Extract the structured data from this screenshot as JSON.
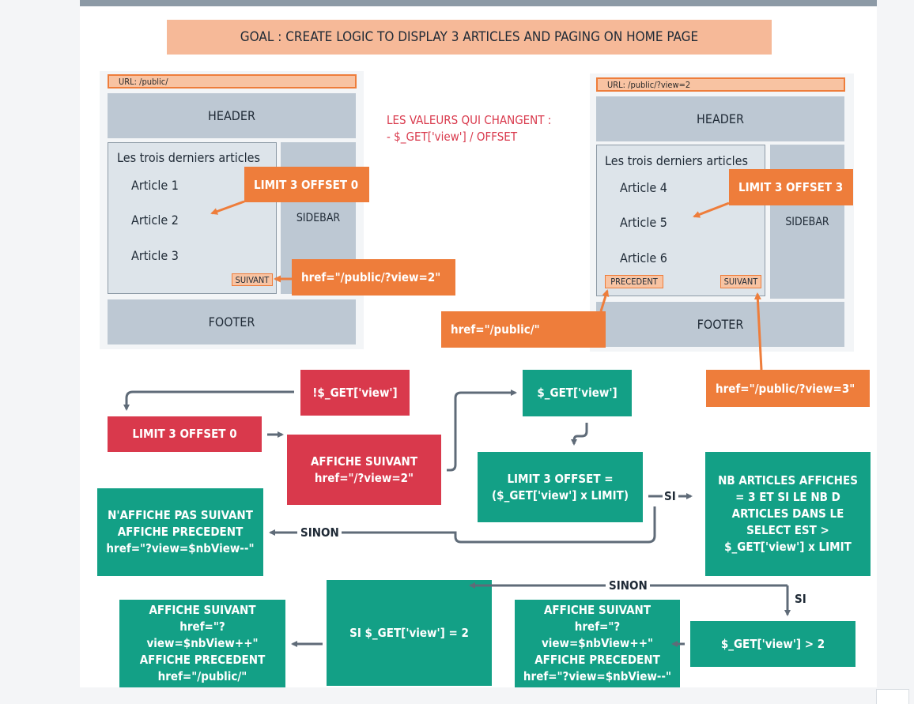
{
  "title": "GOAL : CREATE LOGIC TO DISPLAY 3 ARTICLES AND PAGING ON HOME PAGE",
  "middle_note": {
    "line1": "LES VALEURS QUI CHANGENT :",
    "line2": "-  $_GET['view'] / OFFSET"
  },
  "left_mockup": {
    "url": "URL: /public/",
    "header": "HEADER",
    "heading": "Les trois derniers articles",
    "articles": [
      "Article 1",
      "Article 2",
      "Article 3"
    ],
    "sidebar": "SIDEBAR",
    "next_button": "SUIVANT",
    "footer": "FOOTER",
    "limit_callout": "LIMIT 3 OFFSET 0",
    "href_callout": "href=\"/public/?view=2\""
  },
  "right_mockup": {
    "url": "URL: /public/?view=2",
    "header": "HEADER",
    "heading": "Les trois derniers articles",
    "articles": [
      "Article 4",
      "Article 5",
      "Article 6"
    ],
    "sidebar": "SIDEBAR",
    "prev_button": "PRECEDENT",
    "next_button": "SUIVANT",
    "footer": "FOOTER",
    "limit_callout": "LIMIT 3 OFFSET 3",
    "href_prev_callout": "href=\"/public/\"",
    "href_next_callout": "href=\"/public/?view=3\""
  },
  "flow": {
    "not_get_view": "!$_GET['view']",
    "limit_offset_0": "LIMIT 3 OFFSET 0",
    "affiche_suivant_1": [
      "AFFICHE SUIVANT",
      "href=\"/?view=2\""
    ],
    "get_view": "$_GET['view']",
    "limit_offset_formula": [
      "LIMIT 3 OFFSET =",
      "($_GET['view'] x LIMIT)"
    ],
    "si_label": "SI",
    "condition_box": [
      "NB ARTICLES AFFICHES",
      "= 3 ET SI LE NB D",
      "ARTICLES DANS LE",
      "SELECT EST >",
      "$_GET['view'] x LIMIT"
    ],
    "sinon_label": "SINON",
    "no_next_box": [
      "N'AFFICHE PAS SUIVANT",
      "AFFICHE PRECEDENT",
      "href=\"?view=$nbView--\""
    ],
    "sinon_label_2": "SINON",
    "si_label_2": "SI",
    "get_view_gt_2": "$_GET['view'] > 2",
    "both_box_1": [
      "AFFICHE SUIVANT",
      "href=\"?view=$nbView++\"",
      "AFFICHE PRECEDENT",
      "href=\"?view=$nbView--\""
    ],
    "si_view_eq_2": "SI  $_GET['view'] = 2",
    "both_box_2": [
      "AFFICHE SUIVANT",
      "href=\"?view=$nbView++\"",
      "AFFICHE PRECEDENT",
      "href=\"/public/\""
    ]
  }
}
